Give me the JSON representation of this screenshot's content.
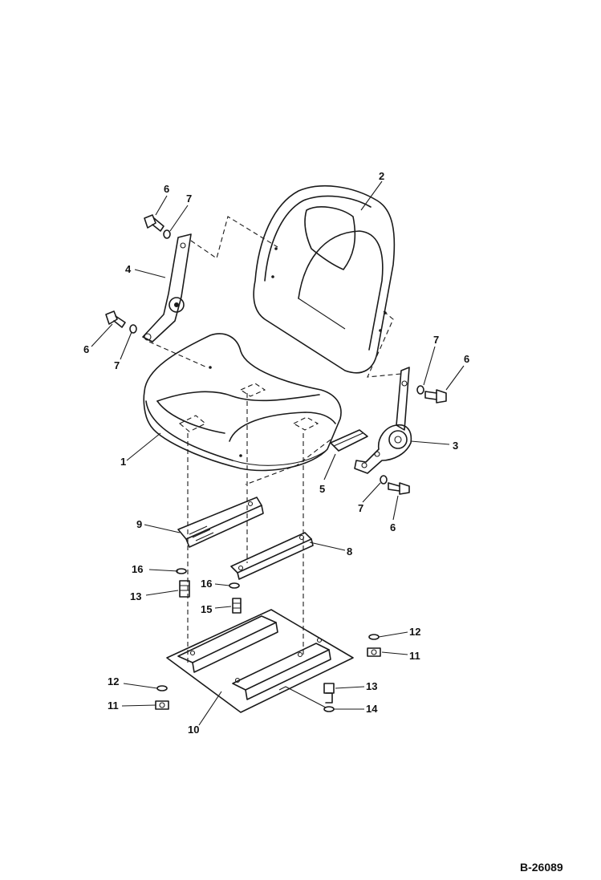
{
  "drawing_ref": "B-26089",
  "callouts": {
    "c1": "1",
    "c2": "2",
    "c3": "3",
    "c4": "4",
    "c5": "5",
    "c6a": "6",
    "c6b": "6",
    "c6c": "6",
    "c6d": "6",
    "c7a": "7",
    "c7b": "7",
    "c7c": "7",
    "c7d": "7",
    "c8": "8",
    "c9": "9",
    "c10": "10",
    "c11a": "11",
    "c11b": "11",
    "c12a": "12",
    "c12b": "12",
    "c13a": "13",
    "c13b": "13",
    "c14": "14",
    "c15": "15",
    "c16a": "16",
    "c16b": "16"
  }
}
